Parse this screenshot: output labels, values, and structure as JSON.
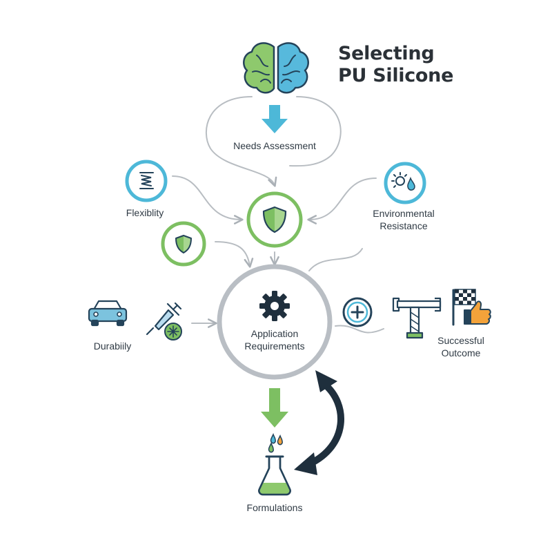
{
  "title": {
    "line1": "Selecting",
    "line2": "PU Silicone"
  },
  "nodes": {
    "needs_assessment": "Needs Assessment",
    "flexibility": "Flexiblity",
    "environmental_resistance": {
      "line1": "Environmental",
      "line2": "Resistance"
    },
    "durability": "Durabiily",
    "application_requirements": {
      "line1": "Application",
      "line2": "Requirements"
    },
    "successful_outcome": {
      "line1": "Successful",
      "line2": "Outcome"
    },
    "formulations": "Formulations"
  },
  "colors": {
    "blue": "#4db8d8",
    "green": "#7dbf62",
    "gray_ring": "#b9bec4",
    "dark_navy": "#1f2f3d",
    "orange": "#f3a23a",
    "connector": "#b8bdc2"
  },
  "icons": [
    "brain-icon",
    "spring-icon",
    "sun-rain-icon",
    "shield-icon",
    "car-icon",
    "syringe-icon",
    "virus-icon",
    "gear-icon",
    "plus-icon",
    "crane-icon",
    "checkered-flag-icon",
    "thumbs-up-icon",
    "flask-icon",
    "droplets-icon"
  ]
}
